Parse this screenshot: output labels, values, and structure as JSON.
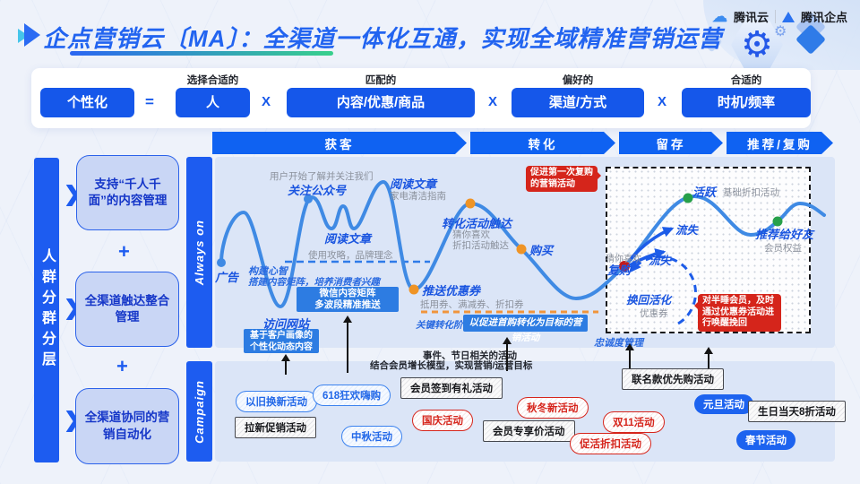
{
  "header": {
    "title": "企点营销云〔MA〕：全渠道一体化互通，实现全域精准营销运营",
    "brand1": "腾讯云",
    "brand2": "腾讯企点"
  },
  "formula": {
    "result": "个性化",
    "equals": "=",
    "times": "X",
    "terms": [
      {
        "hint": "选择合适的",
        "label": "人"
      },
      {
        "hint": "匹配的",
        "label": "内容/优惠/商品"
      },
      {
        "hint": "偏好的",
        "label": "渠道/方式"
      },
      {
        "hint": "合适的",
        "label": "时机/频率"
      }
    ]
  },
  "funnel": {
    "stages": [
      "获客",
      "转化",
      "留存",
      "推荐/复购"
    ]
  },
  "sidebar": {
    "vertical": "人群分群分层",
    "plus": "+",
    "chevron": "❯",
    "boxes": [
      "支持“千人千面”的内容管理",
      "全渠道触达整合管理",
      "全渠道协同的营销自动化"
    ]
  },
  "lanes": {
    "always_on": "Always on",
    "campaign": "Campaign"
  },
  "journey": {
    "ad": "广告",
    "follow_note": "用户开始了解并关注我们",
    "follow": "关注公众号",
    "read_top": "阅读文章",
    "read_top_sub": "家电清洁指南",
    "read_mid": "阅读文章",
    "read_mid_sub": "使用攻略，品牌理念",
    "mindset": "构建心智",
    "mindset_sub": "搭建内容矩阵，培养消费者兴趣",
    "visit": "访问网站",
    "wechat": [
      "微信内容矩阵",
      "多波段精准推送"
    ],
    "persona": [
      "基于客户画像的",
      "个性化动态内容"
    ],
    "convert": "转化活动触达",
    "convert_sub1": "猜你喜欢",
    "convert_sub2": "折扣活动触达",
    "buy": "购买",
    "push": "推送优惠券",
    "push_sub": "抵用券、满减券、折扣券",
    "key_stage": "关键转化阶段",
    "key_box": "以促进首购转化为目标的营销活动",
    "active": "活跃",
    "active_sub": "基础折扣活动",
    "churn1": "流失",
    "churn2": "流失",
    "rep_hint": "猜你喜欢",
    "repurchase": "复购",
    "reactivate": "换回活化",
    "reactivate_sub": "优惠券",
    "recommend": "推荐给好友",
    "recommend_sub": "会员权益",
    "loyalty": "忠诚度管理"
  },
  "callouts": {
    "first_repurchase": [
      "促进第一次复购",
      "的营销活动"
    ],
    "dormant": [
      "对半睡会员，及时",
      "通过优惠券活动进",
      "行唤醒挽回"
    ]
  },
  "notes": {
    "event": "事件、节日相关的活动",
    "model": "结合会员增长模型，实现营销/运营目标"
  },
  "campaign": {
    "badges": [
      {
        "label": "以旧换新活动",
        "style": "blue-outline"
      },
      {
        "label": "618狂欢嗨购",
        "style": "blue-outline"
      },
      {
        "label": "会员签到有礼活动",
        "style": "black"
      },
      {
        "label": "拉新促销活动",
        "style": "black"
      },
      {
        "label": "中秋活动",
        "style": "blue-outline"
      },
      {
        "label": "国庆活动",
        "style": "red-outline"
      },
      {
        "label": "会员专享价活动",
        "style": "black"
      },
      {
        "label": "秋冬新活动",
        "style": "red-outline"
      },
      {
        "label": "联名款优先购活动",
        "style": "black"
      },
      {
        "label": "双11活动",
        "style": "red-outline"
      },
      {
        "label": "促活折扣活动",
        "style": "red-outline"
      },
      {
        "label": "元旦活动",
        "style": "blue-fill"
      },
      {
        "label": "生日当天8折活动",
        "style": "black"
      },
      {
        "label": "春节活动",
        "style": "blue-fill"
      }
    ]
  },
  "colors": {
    "primary": "#1d5cf0",
    "curve": "#3f8ae4",
    "dot_orange": "#ef9426",
    "dot_green": "#27a04a",
    "dot_red": "#c41a1a",
    "callout_red": "#d5251b",
    "panel": "#dbe5f7",
    "underline_gradient": [
      "#2b66f2",
      "#38d08c"
    ]
  }
}
